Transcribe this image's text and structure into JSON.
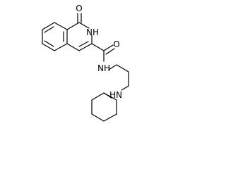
{
  "molecule": {
    "atoms": {
      "carbonyl_oxygen": {
        "label": "O"
      },
      "ring_nitrogen": {
        "label": "NH"
      },
      "carbonyl_oxygen_amide": {
        "label": "O"
      },
      "amide_nitrogen": {
        "label": "NH"
      },
      "amine_nitrogen": {
        "label": "HN"
      }
    },
    "colors": {
      "bond": "#000000",
      "background": "#ffffff"
    }
  }
}
